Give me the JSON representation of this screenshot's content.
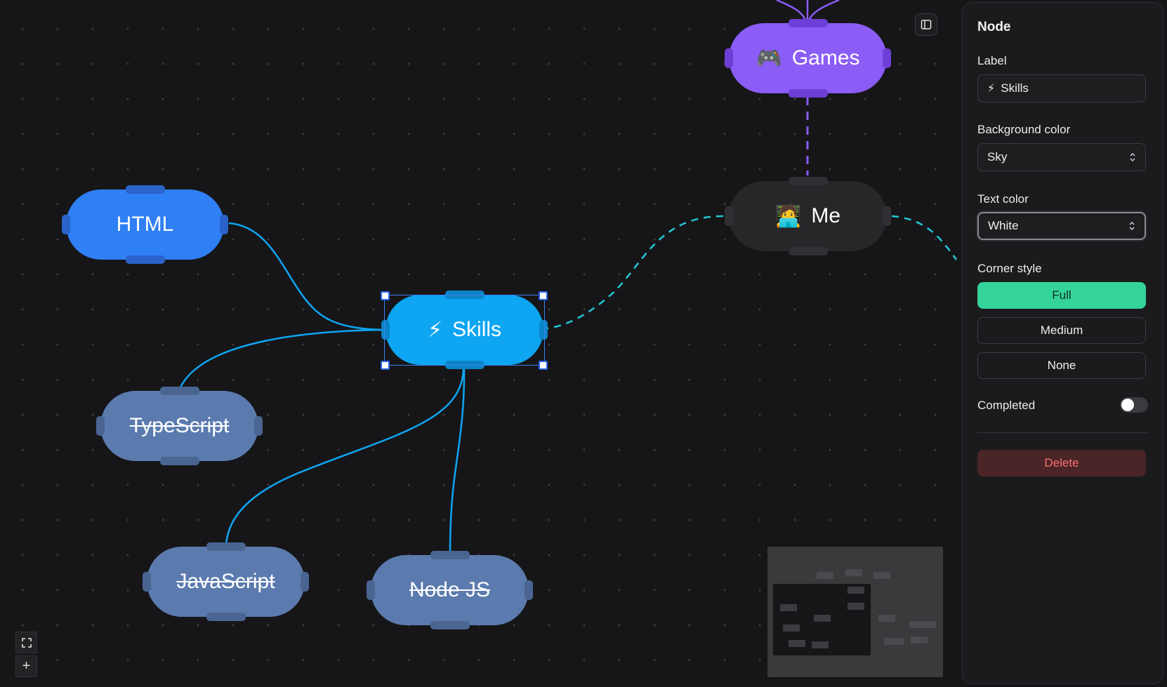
{
  "canvas": {
    "nodes": [
      {
        "id": "games",
        "label": "Games",
        "icon": "gamepad-icon",
        "emoji": "🎮",
        "bg": "#8b5cf6",
        "handle": "#6d3fd6",
        "strike": false
      },
      {
        "id": "me",
        "label": "Me",
        "icon": "person-laptop-icon",
        "emoji": "🧑‍💻",
        "bg": "#27272a",
        "handle": "#303034",
        "strike": false
      },
      {
        "id": "html",
        "label": "HTML",
        "icon": "",
        "emoji": "",
        "bg": "#2f7ff5",
        "handle": "#2a63c9",
        "strike": false
      },
      {
        "id": "skills",
        "label": "Skills",
        "icon": "lightning-icon",
        "emoji": "⚡",
        "bg": "#0ea5f2",
        "handle": "#0b85c8",
        "strike": false,
        "selected": true
      },
      {
        "id": "typescript",
        "label": "TypeScript",
        "icon": "",
        "emoji": "",
        "bg": "#5b7bae",
        "handle": "#4a6592",
        "strike": true
      },
      {
        "id": "javascript",
        "label": "JavaScript",
        "icon": "",
        "emoji": "",
        "bg": "#5b7bae",
        "handle": "#4a6592",
        "strike": true
      },
      {
        "id": "nodejs",
        "label": "Node JS",
        "icon": "",
        "emoji": "",
        "bg": "#5b7bae",
        "handle": "#4a6592",
        "strike": true
      }
    ],
    "controls": {
      "fit_view_icon": "fullscreen-icon",
      "zoom_in_label": "+"
    }
  },
  "panel": {
    "title": "Node",
    "label_heading": "Label",
    "label_value": "Skills",
    "label_icon": "⚡",
    "background_heading": "Background color",
    "background_value": "Sky",
    "text_color_heading": "Text color",
    "text_color_value": "White",
    "corner_heading": "Corner style",
    "corner_options": [
      "Full",
      "Medium",
      "None"
    ],
    "corner_selected": "Full",
    "completed_label": "Completed",
    "completed": false,
    "delete_label": "Delete"
  },
  "colors": {
    "accent_green": "#34d399",
    "danger_text": "#f87171",
    "edge_sky": "#0ea5f2",
    "edge_purple": "#8b5cf6",
    "edge_teal": "#22c7d6"
  }
}
